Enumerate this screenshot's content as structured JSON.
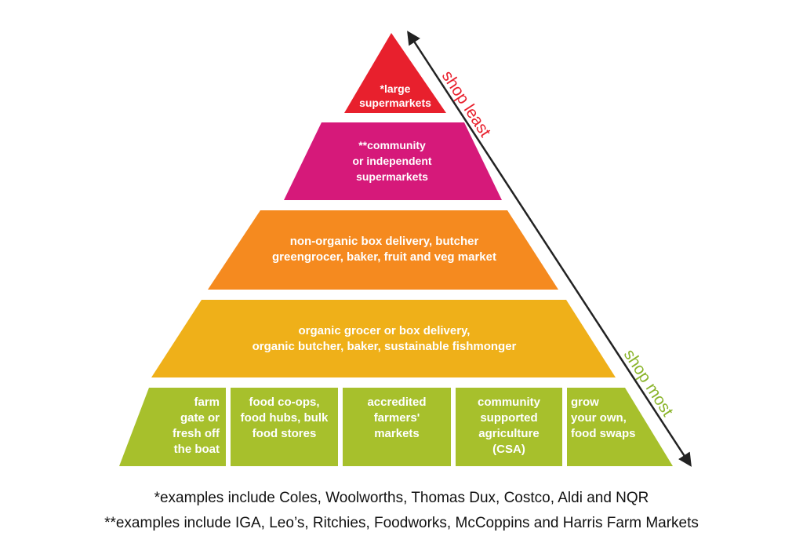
{
  "colors": {
    "tier1": "#e8202d",
    "tier2": "#d6197a",
    "tier3": "#f58a1f",
    "tier4": "#efb019",
    "tier5": "#a7c02c",
    "shop_least": "#e8202d",
    "shop_most": "#8ab42a",
    "arrow": "#222222"
  },
  "pyramid": {
    "tiers": [
      {
        "label": "*large\nsupermarkets"
      },
      {
        "label": "**community\nor independent\nsupermarkets"
      },
      {
        "label": "non-organic box delivery, butcher\ngreengrocer, baker, fruit and veg market"
      },
      {
        "label": "organic grocer or box delivery,\norganic butcher, baker, sustainable fishmonger"
      }
    ],
    "base_segments": [
      {
        "label": "farm\ngate or\nfresh off\nthe boat"
      },
      {
        "label": "food co-ops,\nfood hubs, bulk\nfood stores"
      },
      {
        "label": "accredited\nfarmers'\nmarkets"
      },
      {
        "label": "community\nsupported\nagriculture\n(CSA)"
      },
      {
        "label": "grow\nyour own,\nfood swaps"
      }
    ]
  },
  "arrow": {
    "top_label": "shop least",
    "bottom_label": "shop most",
    "icon": "double-headed-arrow-icon"
  },
  "footnotes": [
    "*examples include Coles, Woolworths, Thomas Dux, Costco, Aldi and NQR",
    "**examples include IGA, Leo’s, Ritchies, Foodworks, McCoppins and Harris Farm Markets"
  ]
}
